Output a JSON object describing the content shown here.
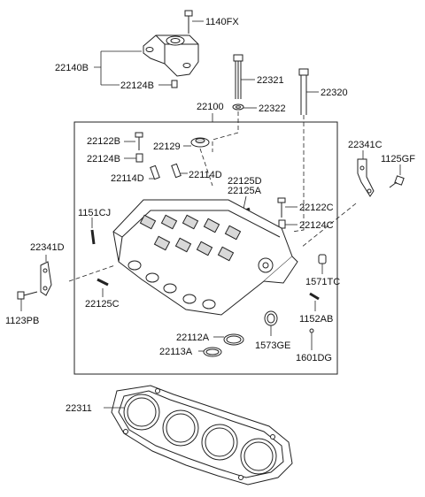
{
  "labels": {
    "l1140FX": "1140FX",
    "l22140B": "22140B",
    "l22124B_top": "22124B",
    "l22321": "22321",
    "l22320": "22320",
    "l22322": "22322",
    "l22100": "22100",
    "l22122B": "22122B",
    "l22124B": "22124B",
    "l22129": "22129",
    "l22114D_a": "22114D",
    "l22114D_b": "22114D",
    "l22125D": "22125D",
    "l22125A": "22125A",
    "l22341C": "22341C",
    "l1125GF": "1125GF",
    "l22122C": "22122C",
    "l22124C": "22124C",
    "l1151CJ": "1151CJ",
    "l22341D": "22341D",
    "l1123PB": "1123PB",
    "l1571TC": "1571TC",
    "l22125C": "22125C",
    "l1152AB": "1152AB",
    "l22112A": "22112A",
    "l1573GE": "1573GE",
    "l22113A": "22113A",
    "l1601DG": "1601DG",
    "l22311": "22311"
  }
}
